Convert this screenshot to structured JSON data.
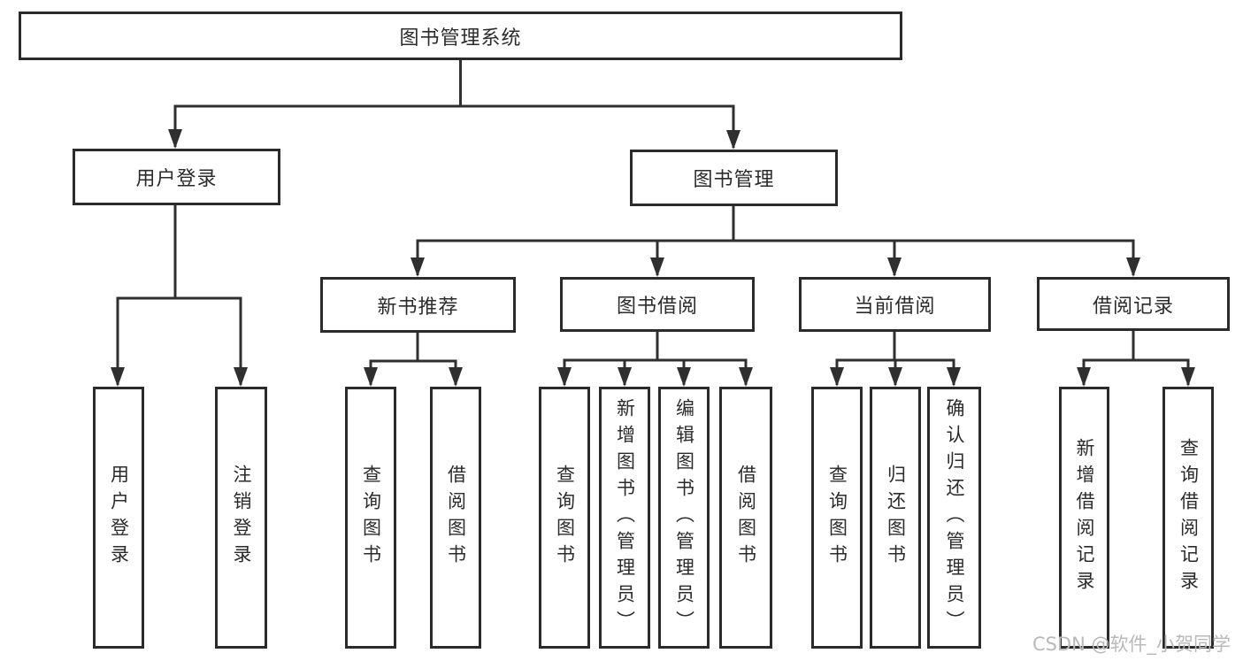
{
  "tree": {
    "root": {
      "label": "图书管理系统",
      "children": [
        {
          "label": "用户登录",
          "children": [
            {
              "label": "用户登录"
            },
            {
              "label": "注销登录"
            }
          ]
        },
        {
          "label": "图书管理",
          "children": [
            {
              "label": "新书推荐",
              "children": [
                {
                  "label": "查询图书"
                },
                {
                  "label": "借阅图书"
                }
              ]
            },
            {
              "label": "图书借阅",
              "children": [
                {
                  "label": "查询图书"
                },
                {
                  "label": "新增图书（管理员）"
                },
                {
                  "label": "编辑图书（管理员）"
                },
                {
                  "label": "借阅图书"
                }
              ]
            },
            {
              "label": "当前借阅",
              "children": [
                {
                  "label": "查询图书"
                },
                {
                  "label": "归还图书"
                },
                {
                  "label": "确认归还（管理员）"
                }
              ]
            },
            {
              "label": "借阅记录",
              "children": [
                {
                  "label": "新增借阅记录"
                },
                {
                  "label": "查询借阅记录"
                }
              ]
            }
          ]
        }
      ]
    }
  },
  "watermark": {
    "text": "CSDN @软件_小贺同学"
  },
  "colors": {
    "line": "#2f2f2f",
    "box_border": "#2b2b2b",
    "text": "#2b2b2b",
    "watermark": "#b9b9b9",
    "background": "#ffffff"
  }
}
